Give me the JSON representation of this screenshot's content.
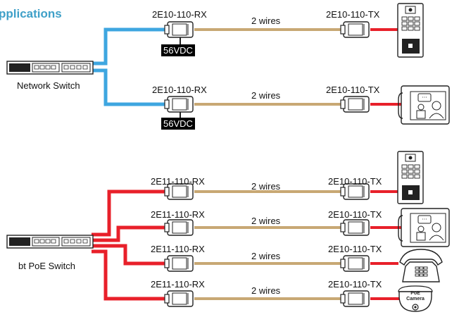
{
  "title": "pplications",
  "colors": {
    "ethernet": "#3ea6e0",
    "poe": "#e8202a",
    "wire": "#c8a874",
    "title": "#3fa0c8"
  },
  "top_section": {
    "switch_label": "Network Switch",
    "links": [
      {
        "rx_label": "2E10-110-RX",
        "wires_label": "2 wires",
        "tx_label": "2E10-110-TX",
        "power_label": "56VDC",
        "device": "door-station-icon"
      },
      {
        "rx_label": "2E10-110-RX",
        "wires_label": "2 wires",
        "tx_label": "2E10-110-TX",
        "power_label": "56VDC",
        "device": "video-monitor-icon"
      }
    ]
  },
  "bottom_section": {
    "switch_label": "bt PoE Switch",
    "links": [
      {
        "rx_label": "2E11-110-RX",
        "wires_label": "2 wires",
        "tx_label": "2E10-110-TX",
        "device": "door-station-icon"
      },
      {
        "rx_label": "2E11-110-RX",
        "wires_label": "2 wires",
        "tx_label": "2E10-110-TX",
        "device": "video-monitor-icon"
      },
      {
        "rx_label": "2E11-110-RX",
        "wires_label": "2 wires",
        "tx_label": "2E10-110-TX",
        "device": "telephone-icon"
      },
      {
        "rx_label": "2E11-110-RX",
        "wires_label": "2 wires",
        "tx_label": "2E10-110-TX",
        "device": "poe-camera-icon",
        "device_text": [
          "PoE",
          "Camera"
        ]
      }
    ]
  }
}
